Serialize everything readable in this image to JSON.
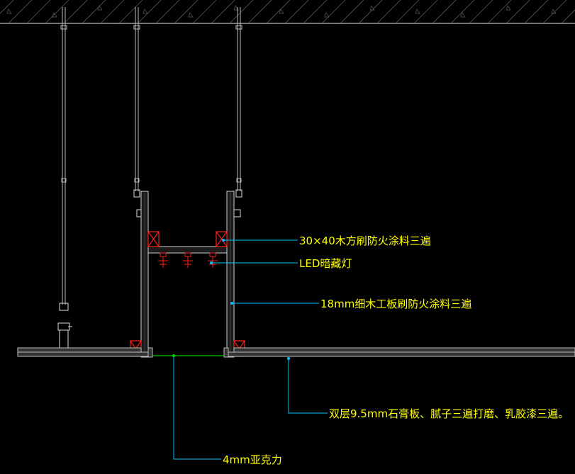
{
  "drawing": {
    "annotations": {
      "wood_battens": "30×40木方刷防火涂料三遍",
      "led_light": "LED暗藏灯",
      "plywood": "18mm细木工板刷防火涂料三遍",
      "gypsum_board": "双层9.5mm石膏板、腻子三遍打磨、乳胶漆三遍。",
      "acrylic": "4mm亚克力"
    },
    "colors": {
      "background": "#000000",
      "line_white": "#ffffff",
      "line_grey": "#8c8c8c",
      "leader_cyan": "#00c8ff",
      "text_yellow": "#ffff00",
      "hatch_red": "#ff2020",
      "acrylic_green": "#00d000"
    }
  }
}
